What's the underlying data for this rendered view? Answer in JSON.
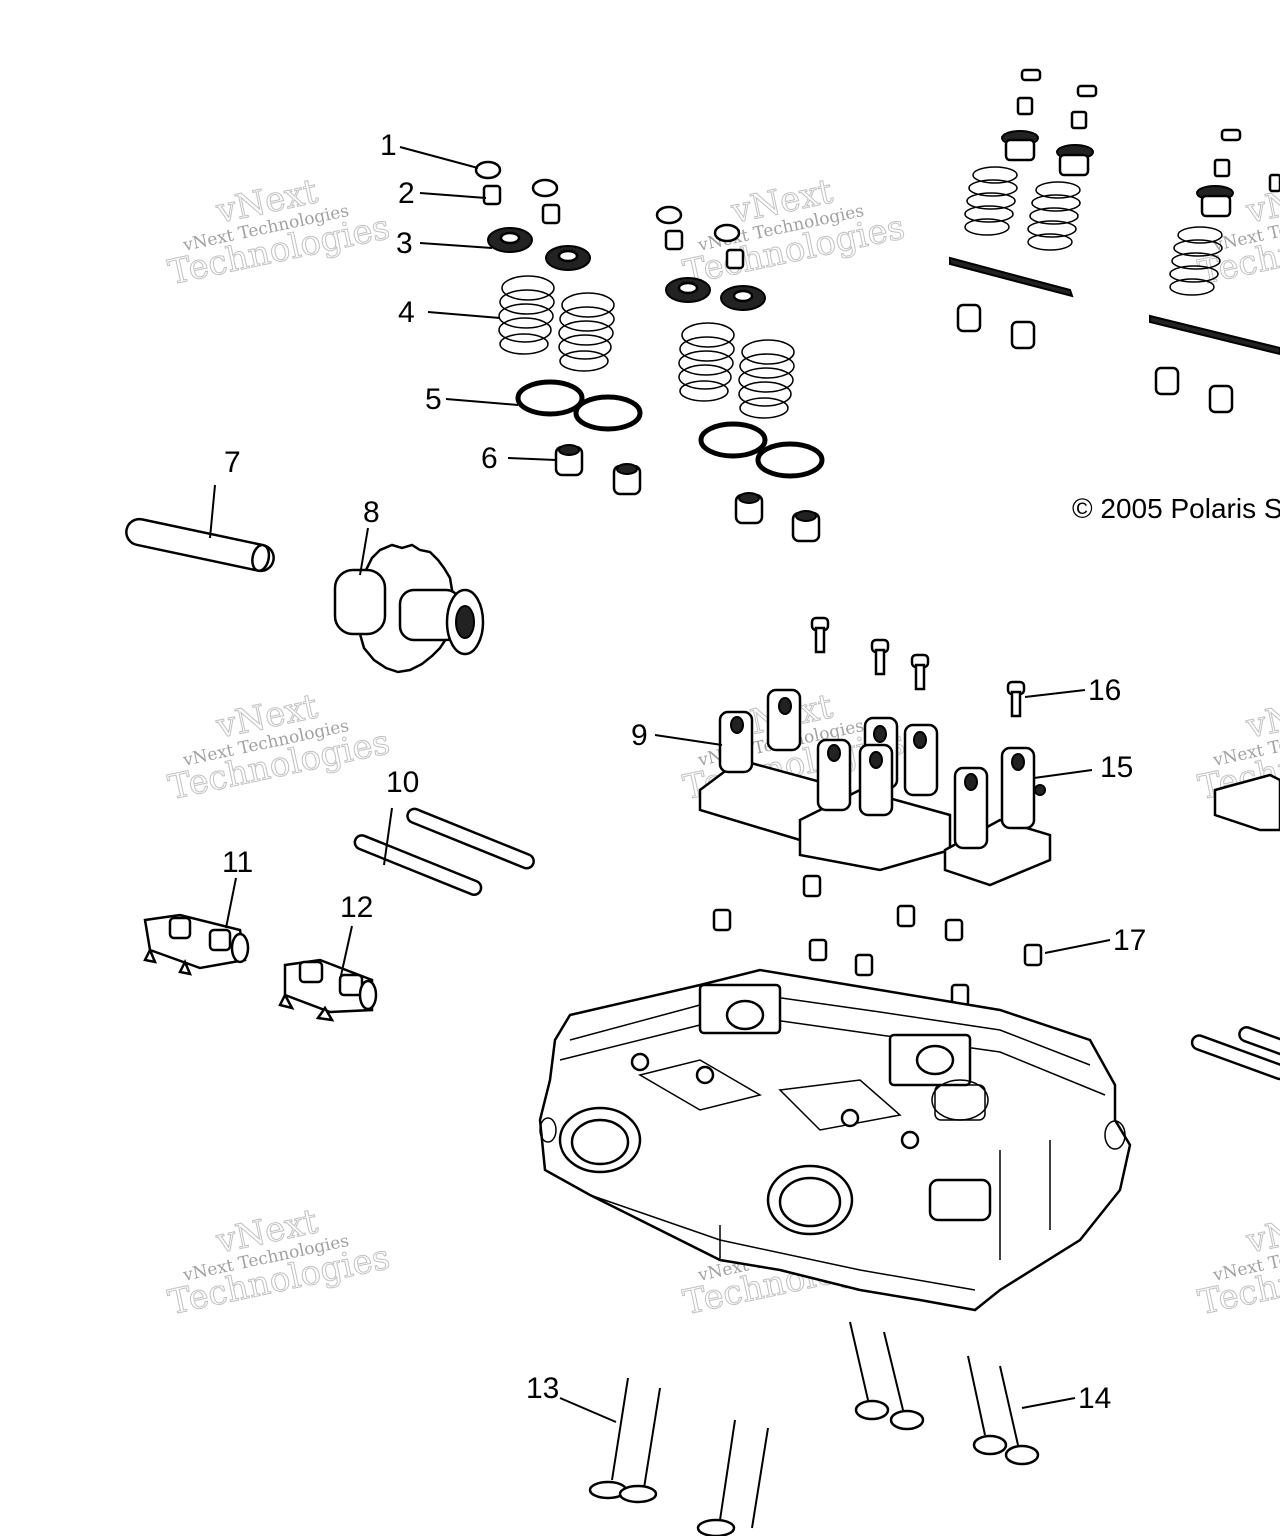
{
  "copyright": "© 2005 Polaris S",
  "watermark": {
    "line1": "vNext Technologies",
    "line2": "vNext",
    "line3": "Technologies"
  },
  "callouts": [
    "1",
    "2",
    "3",
    "4",
    "5",
    "6",
    "7",
    "8",
    "9",
    "10",
    "11",
    "12",
    "13",
    "14",
    "15",
    "16",
    "17"
  ]
}
